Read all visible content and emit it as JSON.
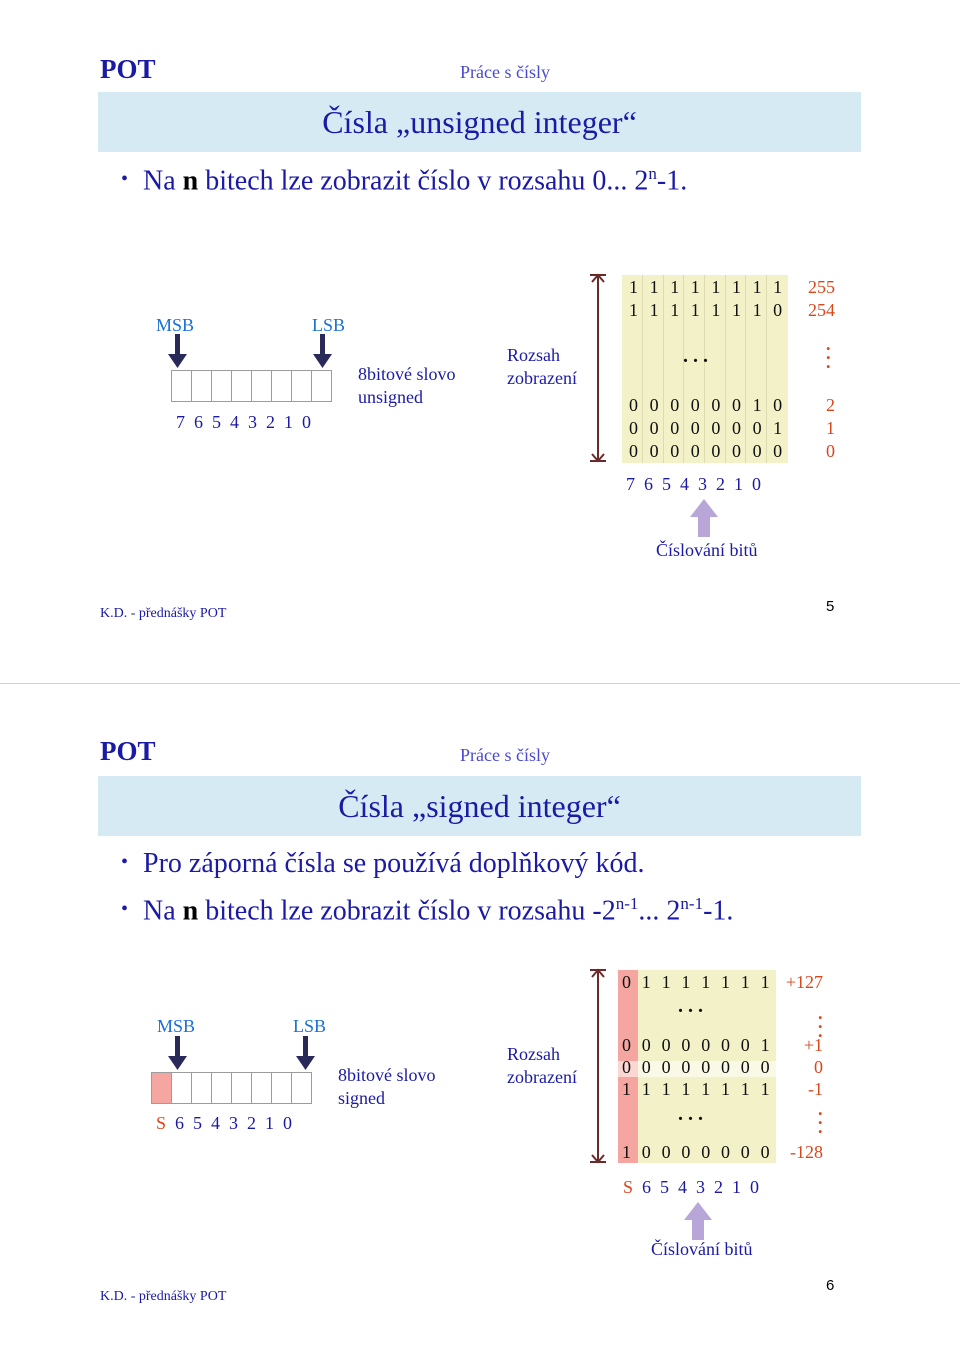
{
  "slide5": {
    "header_left": "POT",
    "header_topic": "Práce s čísly",
    "title": "Čísla „unsigned integer“",
    "bullets": [
      {
        "pre": "Na ",
        "bold": "n",
        "post": " bitech lze zobrazit číslo v rozsahu 0... 2",
        "sup": "n",
        "tail": "-1."
      }
    ],
    "msb_label": "MSB",
    "lsb_label": "LSB",
    "word_bit_labels": [
      "7",
      "6",
      "5",
      "4",
      "3",
      "2",
      "1",
      "0"
    ],
    "word_caption": [
      "8bitové slovo",
      "unsigned"
    ],
    "range_caption": [
      "Rozsah",
      "zobrazení"
    ],
    "table_rows": [
      {
        "bits": [
          "1",
          "1",
          "1",
          "1",
          "1",
          "1",
          "1",
          "1"
        ],
        "value": "255"
      },
      {
        "bits": [
          "1",
          "1",
          "1",
          "1",
          "1",
          "1",
          "1",
          "0"
        ],
        "value": "254"
      },
      {
        "ellipsis": ". . ."
      },
      {
        "bits": [
          "0",
          "0",
          "0",
          "0",
          "0",
          "0",
          "1",
          "0"
        ],
        "value": "2"
      },
      {
        "bits": [
          "0",
          "0",
          "0",
          "0",
          "0",
          "0",
          "0",
          "1"
        ],
        "value": "1"
      },
      {
        "bits": [
          "0",
          "0",
          "0",
          "0",
          "0",
          "0",
          "0",
          "0"
        ],
        "value": "0"
      }
    ],
    "column_labels": [
      "7",
      "6",
      "5",
      "4",
      "3",
      "2",
      "1",
      "0"
    ],
    "arrow_label": "Číslování bitů",
    "footer": "K.D. - přednášky POT",
    "page_number": "5"
  },
  "slide6": {
    "header_left": "POT",
    "header_topic": "Práce s čísly",
    "title": "Čísla „signed integer“",
    "bullets": [
      {
        "text": "Pro záporná čísla se používá doplňkový kód."
      },
      {
        "pre": "Na ",
        "bold": "n",
        "post": " bitech lze zobrazit číslo v rozsahu -2",
        "sup": "n-1",
        "mid": "... 2",
        "sup2": "n-1",
        "tail": "-1."
      }
    ],
    "msb_label": "MSB",
    "lsb_label": "LSB",
    "sign_label": "S",
    "word_bit_labels": [
      "6",
      "5",
      "4",
      "3",
      "2",
      "1",
      "0"
    ],
    "word_caption": [
      "8bitové slovo",
      "signed"
    ],
    "range_caption": [
      "Rozsah",
      "zobrazení"
    ],
    "table_rows": [
      {
        "bits": [
          "0",
          "1",
          "1",
          "1",
          "1",
          "1",
          "1",
          "1"
        ],
        "value": "+127"
      },
      {
        "ellipsis": ". . ."
      },
      {
        "bits": [
          "0",
          "0",
          "0",
          "0",
          "0",
          "0",
          "0",
          "1"
        ],
        "value": "+1"
      },
      {
        "bits": [
          "0",
          "0",
          "0",
          "0",
          "0",
          "0",
          "0",
          "0"
        ],
        "value": "0"
      },
      {
        "bits": [
          "1",
          "1",
          "1",
          "1",
          "1",
          "1",
          "1",
          "1"
        ],
        "value": "-1"
      },
      {
        "ellipsis": ". . ."
      },
      {
        "bits": [
          "1",
          "0",
          "0",
          "0",
          "0",
          "0",
          "0",
          "0"
        ],
        "value": "-128"
      }
    ],
    "column_labels": [
      "S",
      "6",
      "5",
      "4",
      "3",
      "2",
      "1",
      "0"
    ],
    "arrow_label": "Číslování bitů",
    "footer": "K.D. - přednášky POT",
    "page_number": "6"
  },
  "colors": {
    "title_bar": "#d5eaf3",
    "text_navy": "#1a1aa6",
    "msb_lsb_blue": "#1a6fd6",
    "value_orange": "#d9471b",
    "sign_cell": "#f5a6a0",
    "table_bg": "#f3f1c8",
    "arrow_lilac": "#b8a6d8"
  }
}
